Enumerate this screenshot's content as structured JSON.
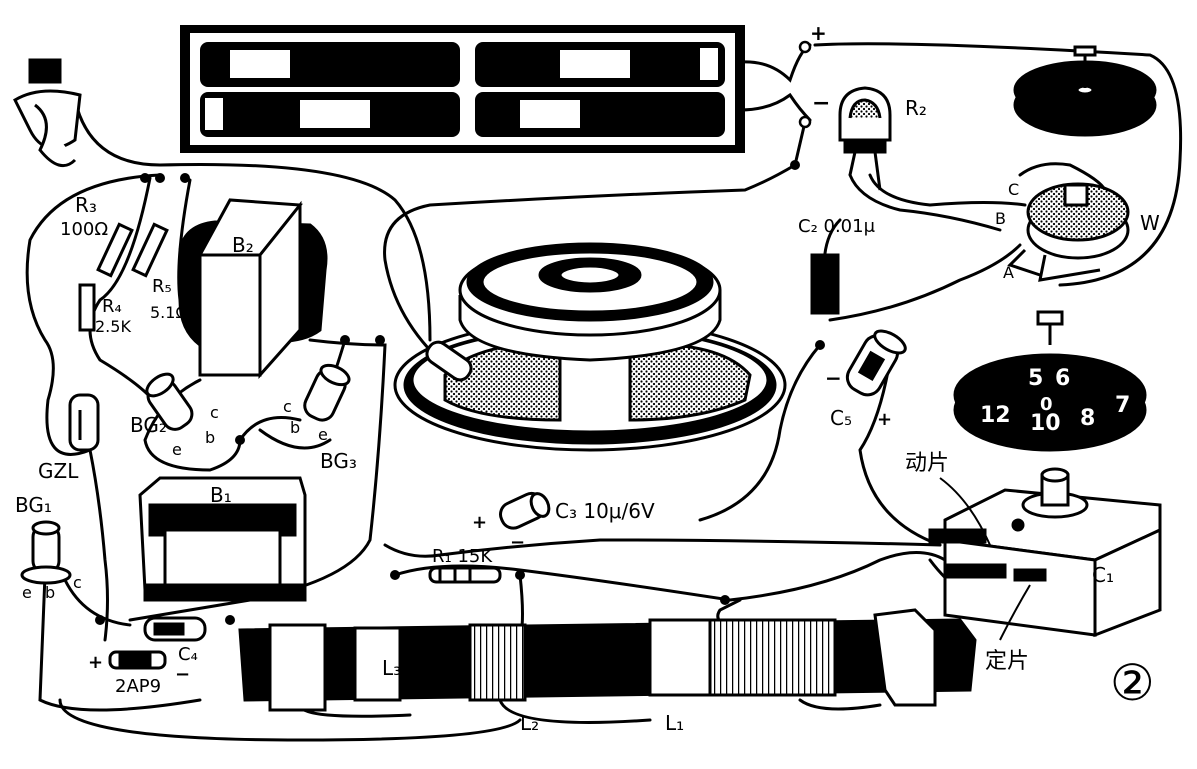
{
  "labels": {
    "R3": "R₃",
    "R3_value": "100Ω",
    "R4": "R₄",
    "R4_value": "2.5K",
    "R5": "R₅",
    "R5_value": "5.1Ω",
    "B2": "B₂",
    "B1": "B₁",
    "BG2": "BG₂",
    "BG3": "BG₃",
    "BG1": "BG₁",
    "GZL": "GZL",
    "R2": "R₂",
    "C2": "C₂ 0.01μ",
    "W": "W",
    "C5": "C₅",
    "C3": "C₃ 10μ/6V",
    "R1": "R₁ 15K",
    "C4": "C₄",
    "D": "2AP9",
    "C1": "C₁",
    "L1": "L₁",
    "L2": "L₂",
    "L3": "L₃",
    "moving_plate": "动片",
    "fixed_plate": "定片",
    "figure_number": "②",
    "plus_top": "+",
    "minus_top": "−",
    "pin_C": "C",
    "pin_B": "B",
    "pin_A": "A",
    "bg2_c": "c",
    "bg2_b": "b",
    "bg2_e": "e",
    "bg3_c": "c",
    "bg3_b": "b",
    "bg3_e": "e",
    "bg1_e": "e",
    "bg1_b": "b",
    "bg1_c": "c",
    "c5_minus": "−",
    "c5_plus": "+",
    "c3_plus": "+",
    "c3_minus": "−",
    "d_plus": "+",
    "d_minus": "−",
    "dial_numbers": [
      "5",
      "6",
      "0",
      "12",
      "10",
      "8",
      "7"
    ]
  }
}
